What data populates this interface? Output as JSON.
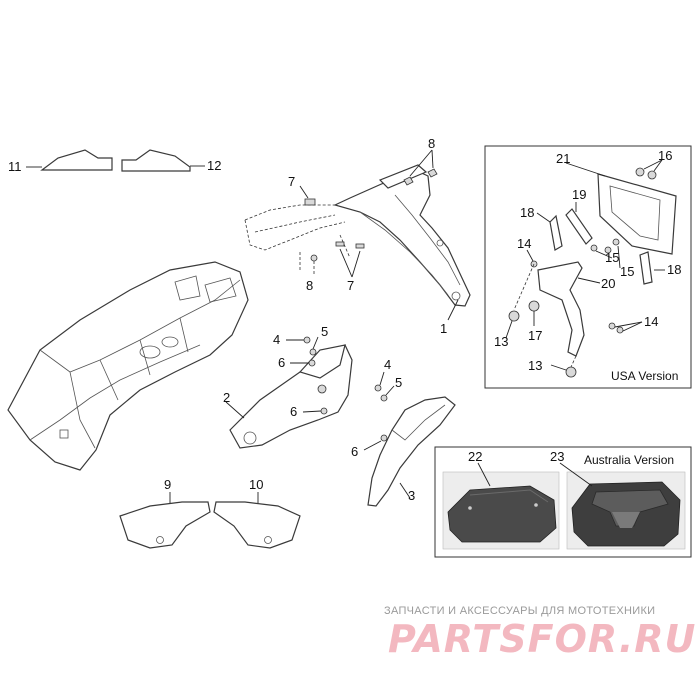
{
  "callouts": {
    "c1": "1",
    "c2": "2",
    "c3": "3",
    "c4a": "4",
    "c4b": "4",
    "c5a": "5",
    "c5b": "5",
    "c6a": "6",
    "c6b": "6",
    "c6c": "6",
    "c7a": "7",
    "c7b": "7",
    "c8a": "8",
    "c8b": "8",
    "c9": "9",
    "c10": "10",
    "c11": "11",
    "c12": "12",
    "c13a": "13",
    "c13b": "13",
    "c14a": "14",
    "c14b": "14",
    "c15a": "15",
    "c15b": "15",
    "c16": "16",
    "c17": "17",
    "c18a": "18",
    "c18b": "18",
    "c19": "19",
    "c20": "20",
    "c21": "21",
    "c22": "22",
    "c23": "23"
  },
  "usa_box": {
    "title": "USA Version"
  },
  "australia_box": {
    "title": "Australia Version"
  },
  "watermark": {
    "tagline": "ЗАПЧАСТИ И АКСЕССУАРЫ ДЛЯ МОТОТЕХНИКИ",
    "logo": "PARTSFOR.RU",
    "colors": {
      "tagline": "#9a9a9a",
      "logo": "#f3b8c0"
    }
  }
}
